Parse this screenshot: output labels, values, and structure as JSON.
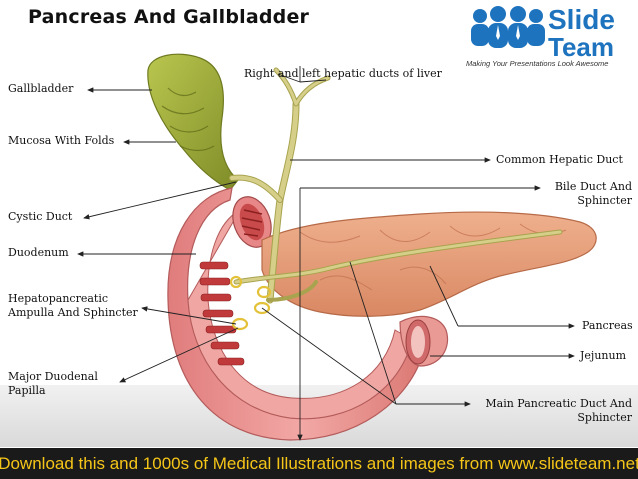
{
  "title": "Pancreas And Gallbladder",
  "logo": {
    "word1": "Slide",
    "word2": "Team",
    "tagline": "Making Your Presentations Look Awesome"
  },
  "labels": {
    "gallbladder": "Gallbladder",
    "mucosa": "Mucosa With Folds",
    "cystic_duct": "Cystic Duct",
    "duodenum": "Duodenum",
    "hepato_line1": "Hepatopancreatic",
    "hepato_line2": "Ampulla And Sphincter",
    "papilla_line1": "Major Duodenal",
    "papilla_line2": "Papilla",
    "hepatic_ducts": "Right and left hepatic ducts of liver",
    "common_hepatic": "Common Hepatic Duct",
    "bile_line1": "Bile Duct And",
    "bile_line2": "Sphincter",
    "pancreas": "Pancreas",
    "jejunum": "Jejunum",
    "main_duct_line1": "Main Pancreatic Duct And",
    "main_duct_line2": "Sphincter"
  },
  "footer": "Download this and 1000s of Medical Illustrations and images from www.slideteam.net",
  "colors": {
    "gallbladder": "#9fae3a",
    "duct": "#d6cf8a",
    "duodenum": "#e58c8c",
    "pancreas": "#e7a27a",
    "footer_text": "#f5c518",
    "logo": "#1e73be"
  }
}
